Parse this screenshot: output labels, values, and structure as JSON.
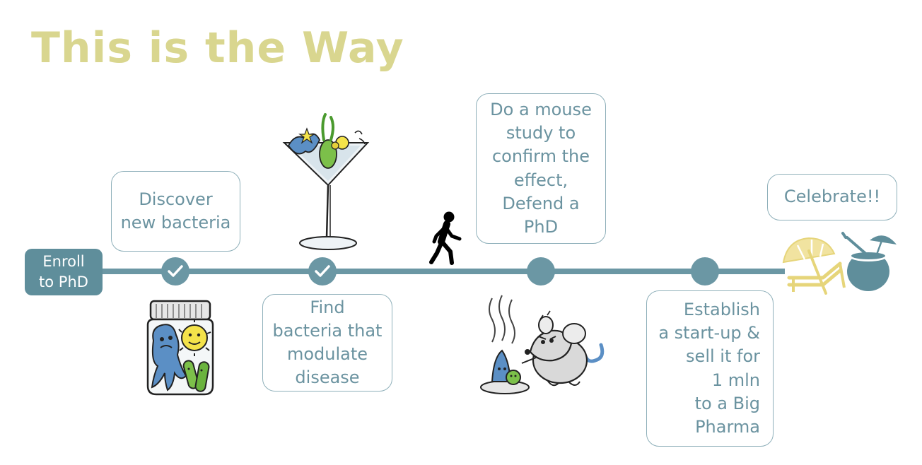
{
  "title": "This is the Way",
  "colors": {
    "title": "#d9d68f",
    "line": "#6b97a4",
    "box_text": "#6b93a0",
    "accent_yellow": "#f1e3a0"
  },
  "steps": [
    {
      "lines": [
        "Enroll",
        "to PhD"
      ],
      "status": "start"
    },
    {
      "lines": [
        "Discover",
        "new bacteria"
      ],
      "status": "done"
    },
    {
      "lines": [
        "Find",
        "bacteria that",
        "modulate",
        "disease"
      ],
      "status": "done"
    },
    {
      "lines": [
        "Do a mouse",
        "study to",
        "confirm the",
        "effect,",
        "Defend a",
        "PhD"
      ],
      "status": "pending"
    },
    {
      "lines": [
        "Establish",
        "a start-up &",
        "sell it for",
        "1 mln",
        "to a Big",
        "Pharma"
      ],
      "status": "pending"
    },
    {
      "lines": [
        "Celebrate!!"
      ],
      "status": "goal"
    }
  ],
  "icons": [
    "walking-person-icon",
    "check-icon",
    "bacteria-jar-icon",
    "martini-bacteria-icon",
    "mouse-with-bacteria-icon",
    "beach-chair-umbrella-icon",
    "coconut-drink-icon"
  ]
}
